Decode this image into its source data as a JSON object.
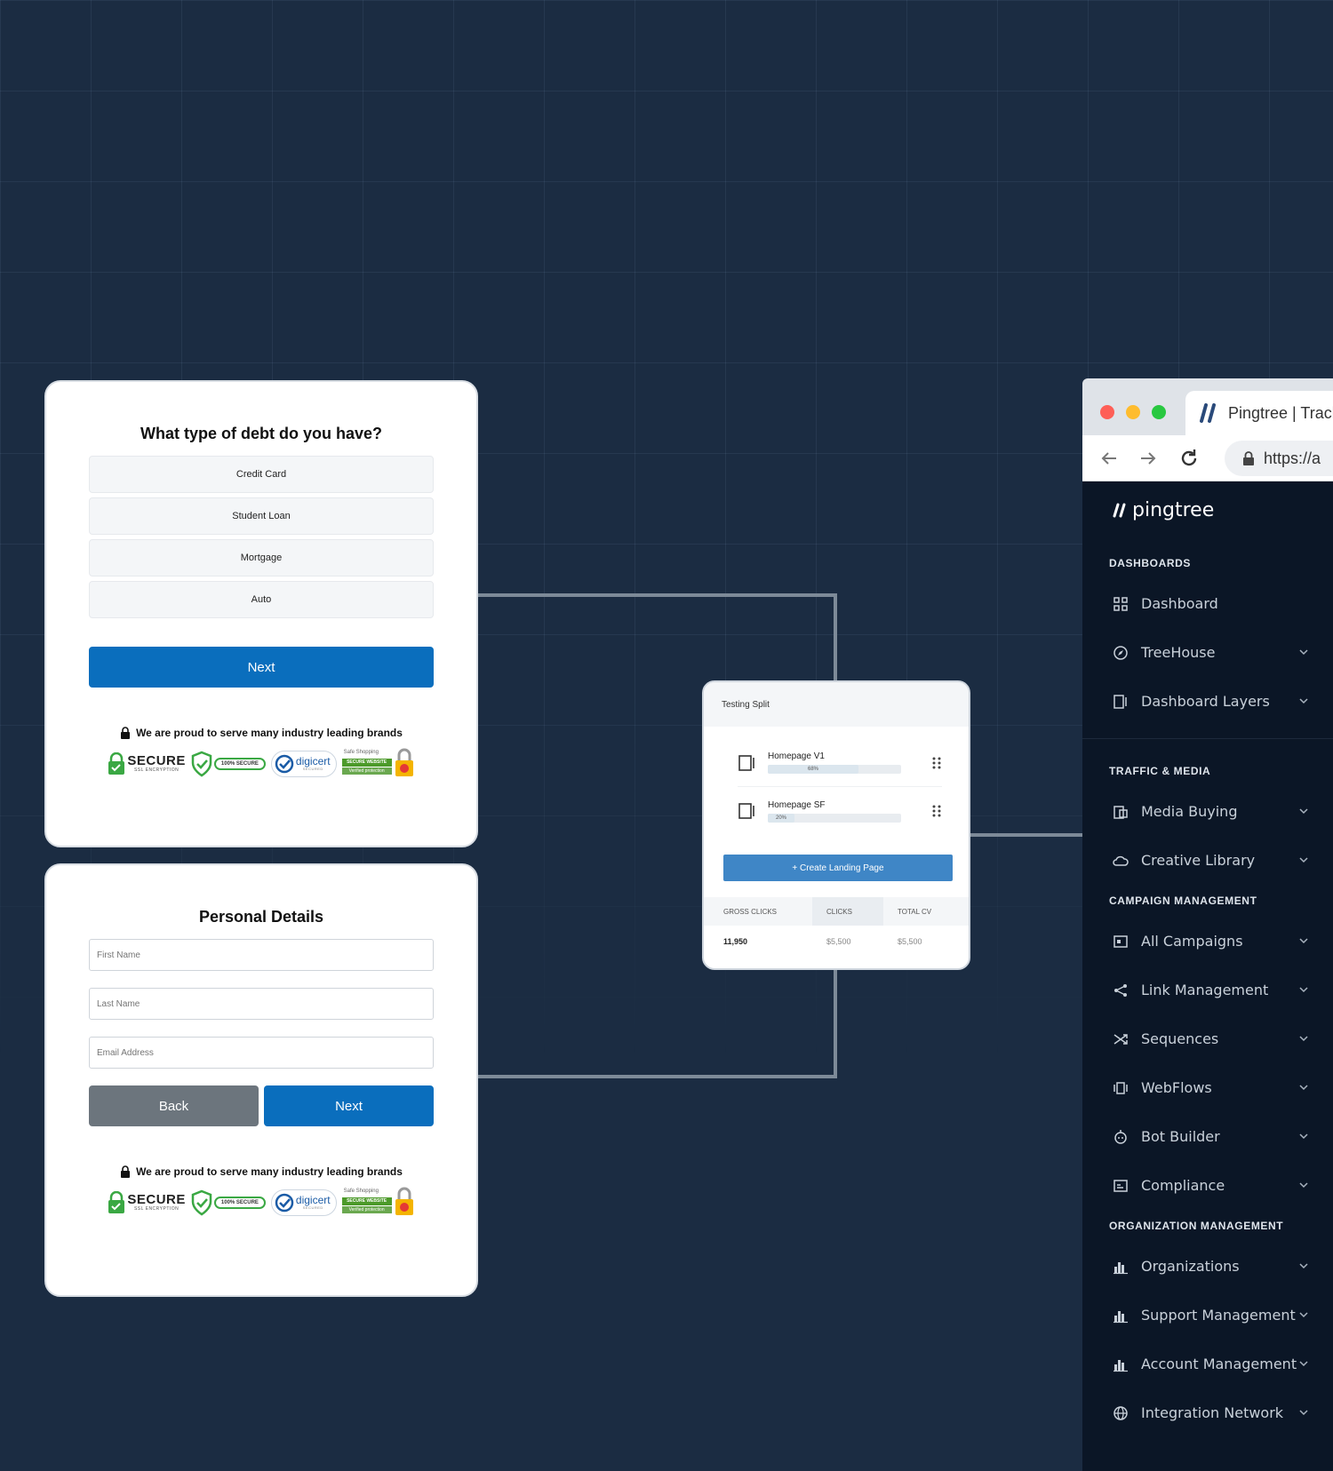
{
  "debt_form": {
    "title": "What type of debt do you have?",
    "options": [
      "Credit Card",
      "Student Loan",
      "Mortgage",
      "Auto"
    ],
    "next_label": "Next",
    "trust_text": "We are proud to serve many industry leading brands"
  },
  "personal_form": {
    "title": "Personal Details",
    "first_name_placeholder": "First Name",
    "last_name_placeholder": "Last Name",
    "email_placeholder": "Email Address",
    "back_label": "Back",
    "next_label": "Next",
    "trust_text": "We are proud to serve many industry leading brands"
  },
  "badges": {
    "secure_title": "SECURE",
    "secure_sub": "SSL ENCRYPTION",
    "hundred": "100% SECURE",
    "digicert": "digicert",
    "digicert_sub": "SECURED",
    "safe_top": "Safe Shopping",
    "safe_bar1": "SECURE WEBSITE",
    "safe_bar2": "Verified protection"
  },
  "split": {
    "title": "Testing Split",
    "rows": [
      {
        "name": "Homepage V1",
        "pct_label": "68%",
        "pct": 68
      },
      {
        "name": "Homepage SF",
        "pct_label": "20%",
        "pct": 20
      }
    ],
    "create_label": "+ Create Landing Page",
    "headers": [
      "GROSS CLICKS",
      "CLICKS",
      "TOTAL CV"
    ],
    "values": [
      "11,950",
      "$5,500",
      "$5,500"
    ]
  },
  "browser": {
    "tab_title": "Pingtree | Track",
    "url": "https://a",
    "logo": "pingtree"
  },
  "sidebar": {
    "sections": [
      {
        "label": "DASHBOARDS",
        "items": [
          {
            "label": "Dashboard",
            "icon": "grid-icon",
            "chevron": false
          },
          {
            "label": "TreeHouse",
            "icon": "compass-icon",
            "chevron": true
          },
          {
            "label": "Dashboard Layers",
            "icon": "layers-icon",
            "chevron": true
          }
        ]
      },
      {
        "label": "TRAFFIC & MEDIA",
        "items": [
          {
            "label": "Media Buying",
            "icon": "media-icon",
            "chevron": true
          },
          {
            "label": "Creative Library",
            "icon": "cloud-icon",
            "chevron": true
          }
        ]
      },
      {
        "label": "CAMPAIGN MANAGEMENT",
        "items": [
          {
            "label": "All Campaigns",
            "icon": "campaign-icon",
            "chevron": true
          },
          {
            "label": "Link Management",
            "icon": "share-icon",
            "chevron": true
          },
          {
            "label": "Sequences",
            "icon": "shuffle-icon",
            "chevron": true
          },
          {
            "label": "WebFlows",
            "icon": "webflow-icon",
            "chevron": true
          },
          {
            "label": "Bot Builder",
            "icon": "bot-icon",
            "chevron": true
          },
          {
            "label": "Compliance",
            "icon": "compliance-icon",
            "chevron": true
          }
        ]
      },
      {
        "label": "ORGANIZATION MANAGEMENT",
        "items": [
          {
            "label": "Organizations",
            "icon": "bar-chart-icon",
            "chevron": true
          },
          {
            "label": "Support Management",
            "icon": "bar-chart-icon",
            "chevron": true
          },
          {
            "label": "Account Management",
            "icon": "bar-chart-icon",
            "chevron": true
          },
          {
            "label": "Integration Network",
            "icon": "globe-icon",
            "chevron": true
          }
        ]
      }
    ]
  }
}
